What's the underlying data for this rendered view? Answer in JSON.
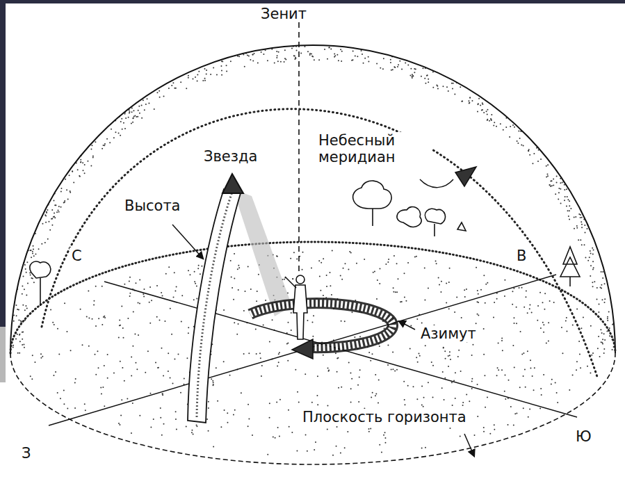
{
  "diagram": {
    "labels": [
      "Зенит",
      "Звезда",
      "Небесный меридиан",
      "Высота",
      "С",
      "В",
      "Азимут",
      "Плоскость горизонта",
      "З",
      "Ю"
    ]
  }
}
